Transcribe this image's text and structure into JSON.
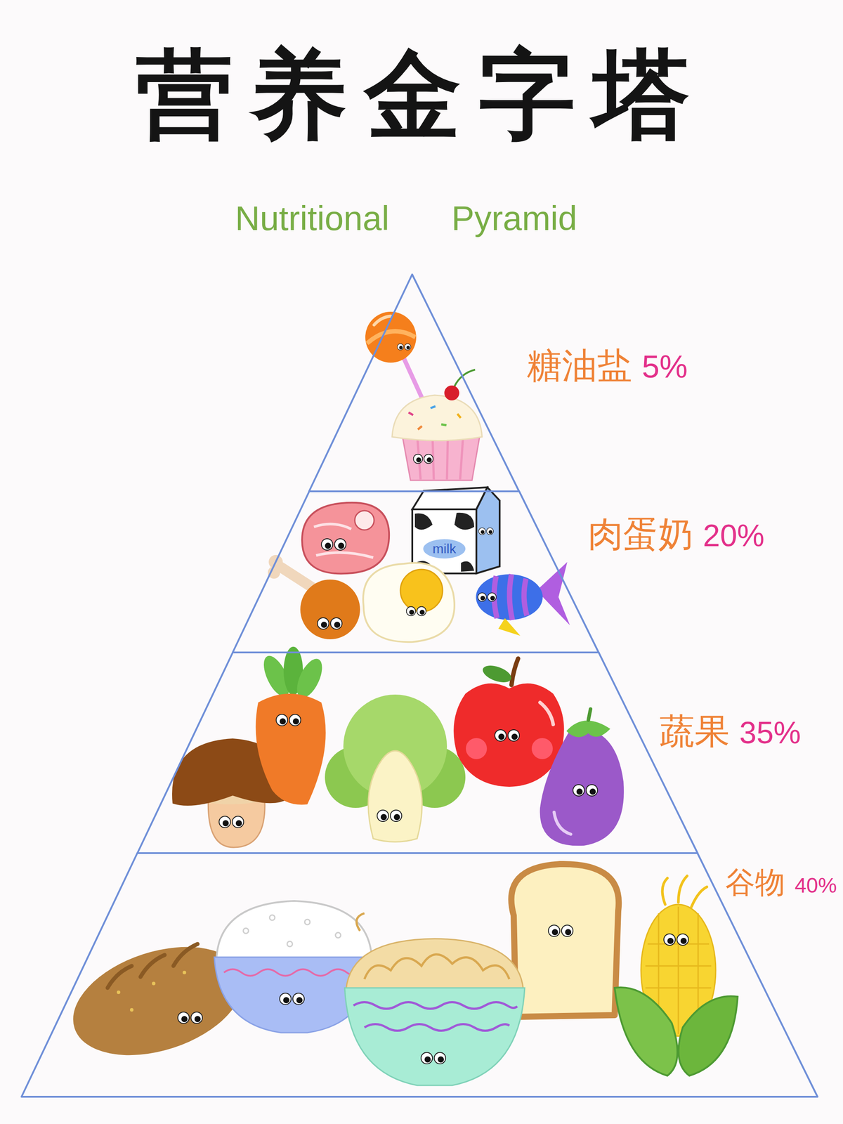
{
  "diagram": {
    "title": "营养金字塔",
    "nodes": [
      {
        "text": [
          "糖油盐",
          "5%"
        ]
      },
      {
        "text": [
          "肉蛋奶",
          "20%"
        ]
      },
      {
        "text": [
          "蔬果",
          "35%"
        ]
      },
      {
        "text": [
          "谷物",
          "40%"
        ]
      }
    ],
    "labels": [
      "Nutritional Pyramid",
      "milk"
    ]
  }
}
